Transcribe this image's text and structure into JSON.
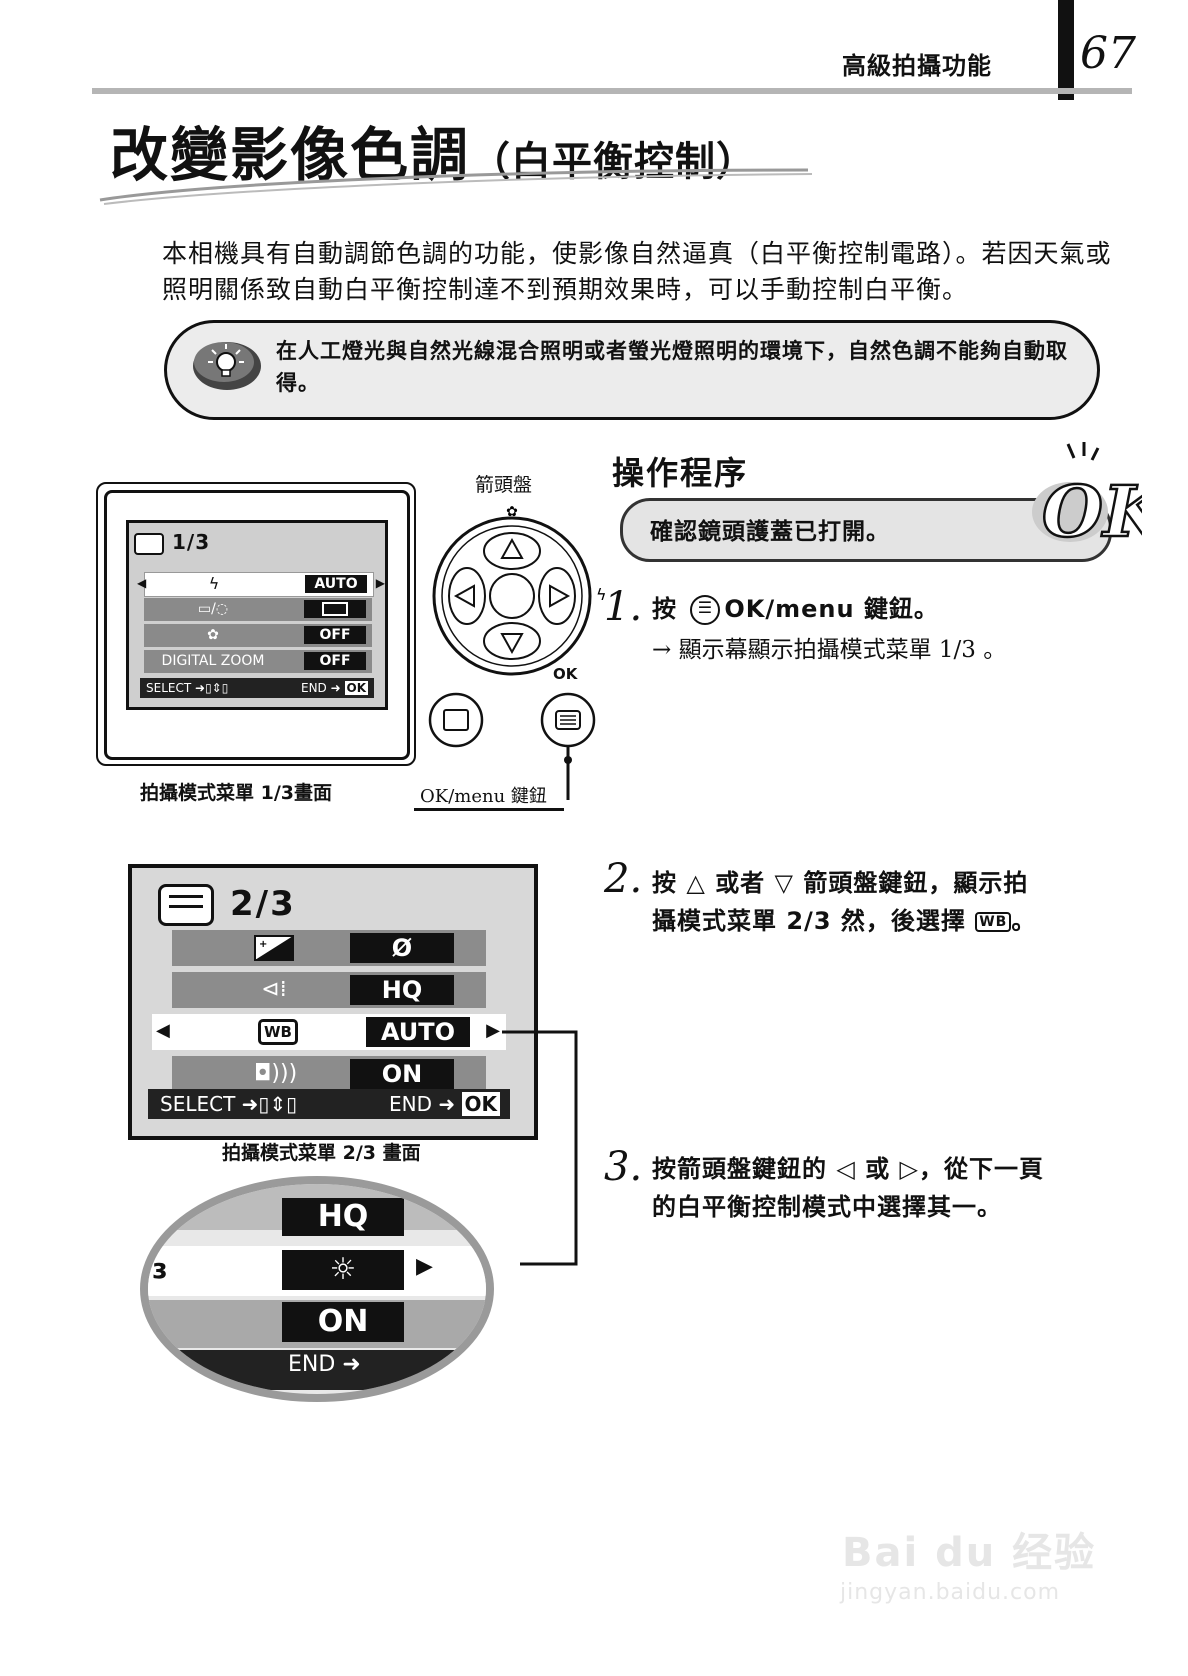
{
  "header": {
    "section_title": "高級拍攝功能",
    "page_number": "67"
  },
  "title": {
    "main": "改變影像色調",
    "sub": "（白平衡控制）"
  },
  "intro": "本相機具有自動調節色調的功能，使影像自然逼真（白平衡控制電路）。若因天氣或照明關係致自動白平衡控制達不到預期效果時，可以手動控制白平衡。",
  "tip": {
    "text": "在人工燈光與自然光線混合照明或者螢光燈照明的環境下，自然色調不能夠自動取得。",
    "icon": "lightbulb-tip-icon"
  },
  "lcd_1": {
    "page": "1/3",
    "rows": [
      {
        "label": "",
        "value": "AUTO",
        "icon": "flash-icon"
      },
      {
        "label": "",
        "value": "",
        "icon": "drive-selftimer-icon"
      },
      {
        "label": "",
        "value": "OFF",
        "icon": "macro-icon"
      },
      {
        "label": "DIGITAL ZOOM",
        "value": "OFF",
        "icon": ""
      }
    ],
    "select": "SELECT",
    "end": "END",
    "ok_key": "OK",
    "caption": "拍攝模式菜單 1/3畫面"
  },
  "pad": {
    "label": "箭頭盤",
    "ok": "OK",
    "okmenu_label": "OK/menu 鍵鈕"
  },
  "operation": {
    "title": "操作程序",
    "check": "確認鏡頭護蓋已打開。",
    "ok_stamp": "OK",
    "steps": [
      {
        "num": "1.",
        "text_a": "按",
        "text_b": "OK/menu 鍵鈕。",
        "sub": "→ 顯示幕顯示拍攝模式菜單 1/3 。"
      },
      {
        "num": "2.",
        "text_a": "按",
        "text_b": "或者",
        "text_c": "箭頭盤鍵鈕，顯示拍",
        "text_d": "攝模式菜單 2/3 然，後選擇",
        "text_e": "。"
      },
      {
        "num": "3.",
        "text_a": "按箭頭盤鍵鈕的",
        "text_b": "或",
        "text_c": "，從下一頁",
        "text_d": "的白平衡控制模式中選擇其一。"
      }
    ]
  },
  "lcd_2": {
    "page": "2/3",
    "rows": [
      {
        "value": "Ø",
        "icon": "exposure-compensation-icon"
      },
      {
        "value": "HQ",
        "icon": "quality-icon"
      },
      {
        "value": "AUTO",
        "icon": "wb-icon",
        "icon_text": "WB"
      },
      {
        "value": "ON",
        "icon": "sound-icon"
      }
    ],
    "select": "SELECT",
    "end": "END",
    "ok_key": "OK",
    "caption": "拍攝模式菜單 2/3 畫面"
  },
  "zoom": {
    "rows": [
      "HQ",
      "",
      "ON"
    ],
    "end": "END",
    "sun_icon": "sun-icon"
  },
  "watermark": {
    "line1": "Bai du 经验",
    "line2": "jingyan.baidu.com"
  }
}
